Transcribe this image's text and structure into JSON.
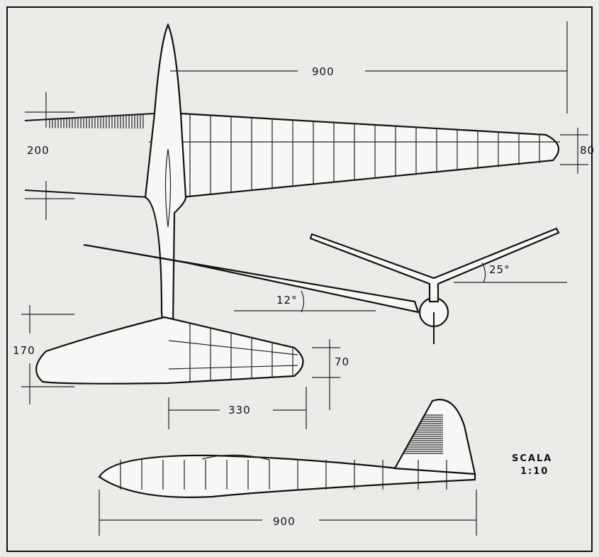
{
  "dimensions": {
    "wingspan_top": "900",
    "wing_root_chord": "200",
    "wing_tip_chord": "80",
    "dihedral_angle": "12°",
    "tail_v_angle": "25°",
    "tail_root_chord": "170",
    "tail_tip_chord": "70",
    "tail_half_span": "330",
    "fuselage_length": "900"
  },
  "scale": {
    "label": "SCALA",
    "value": "1:10"
  }
}
